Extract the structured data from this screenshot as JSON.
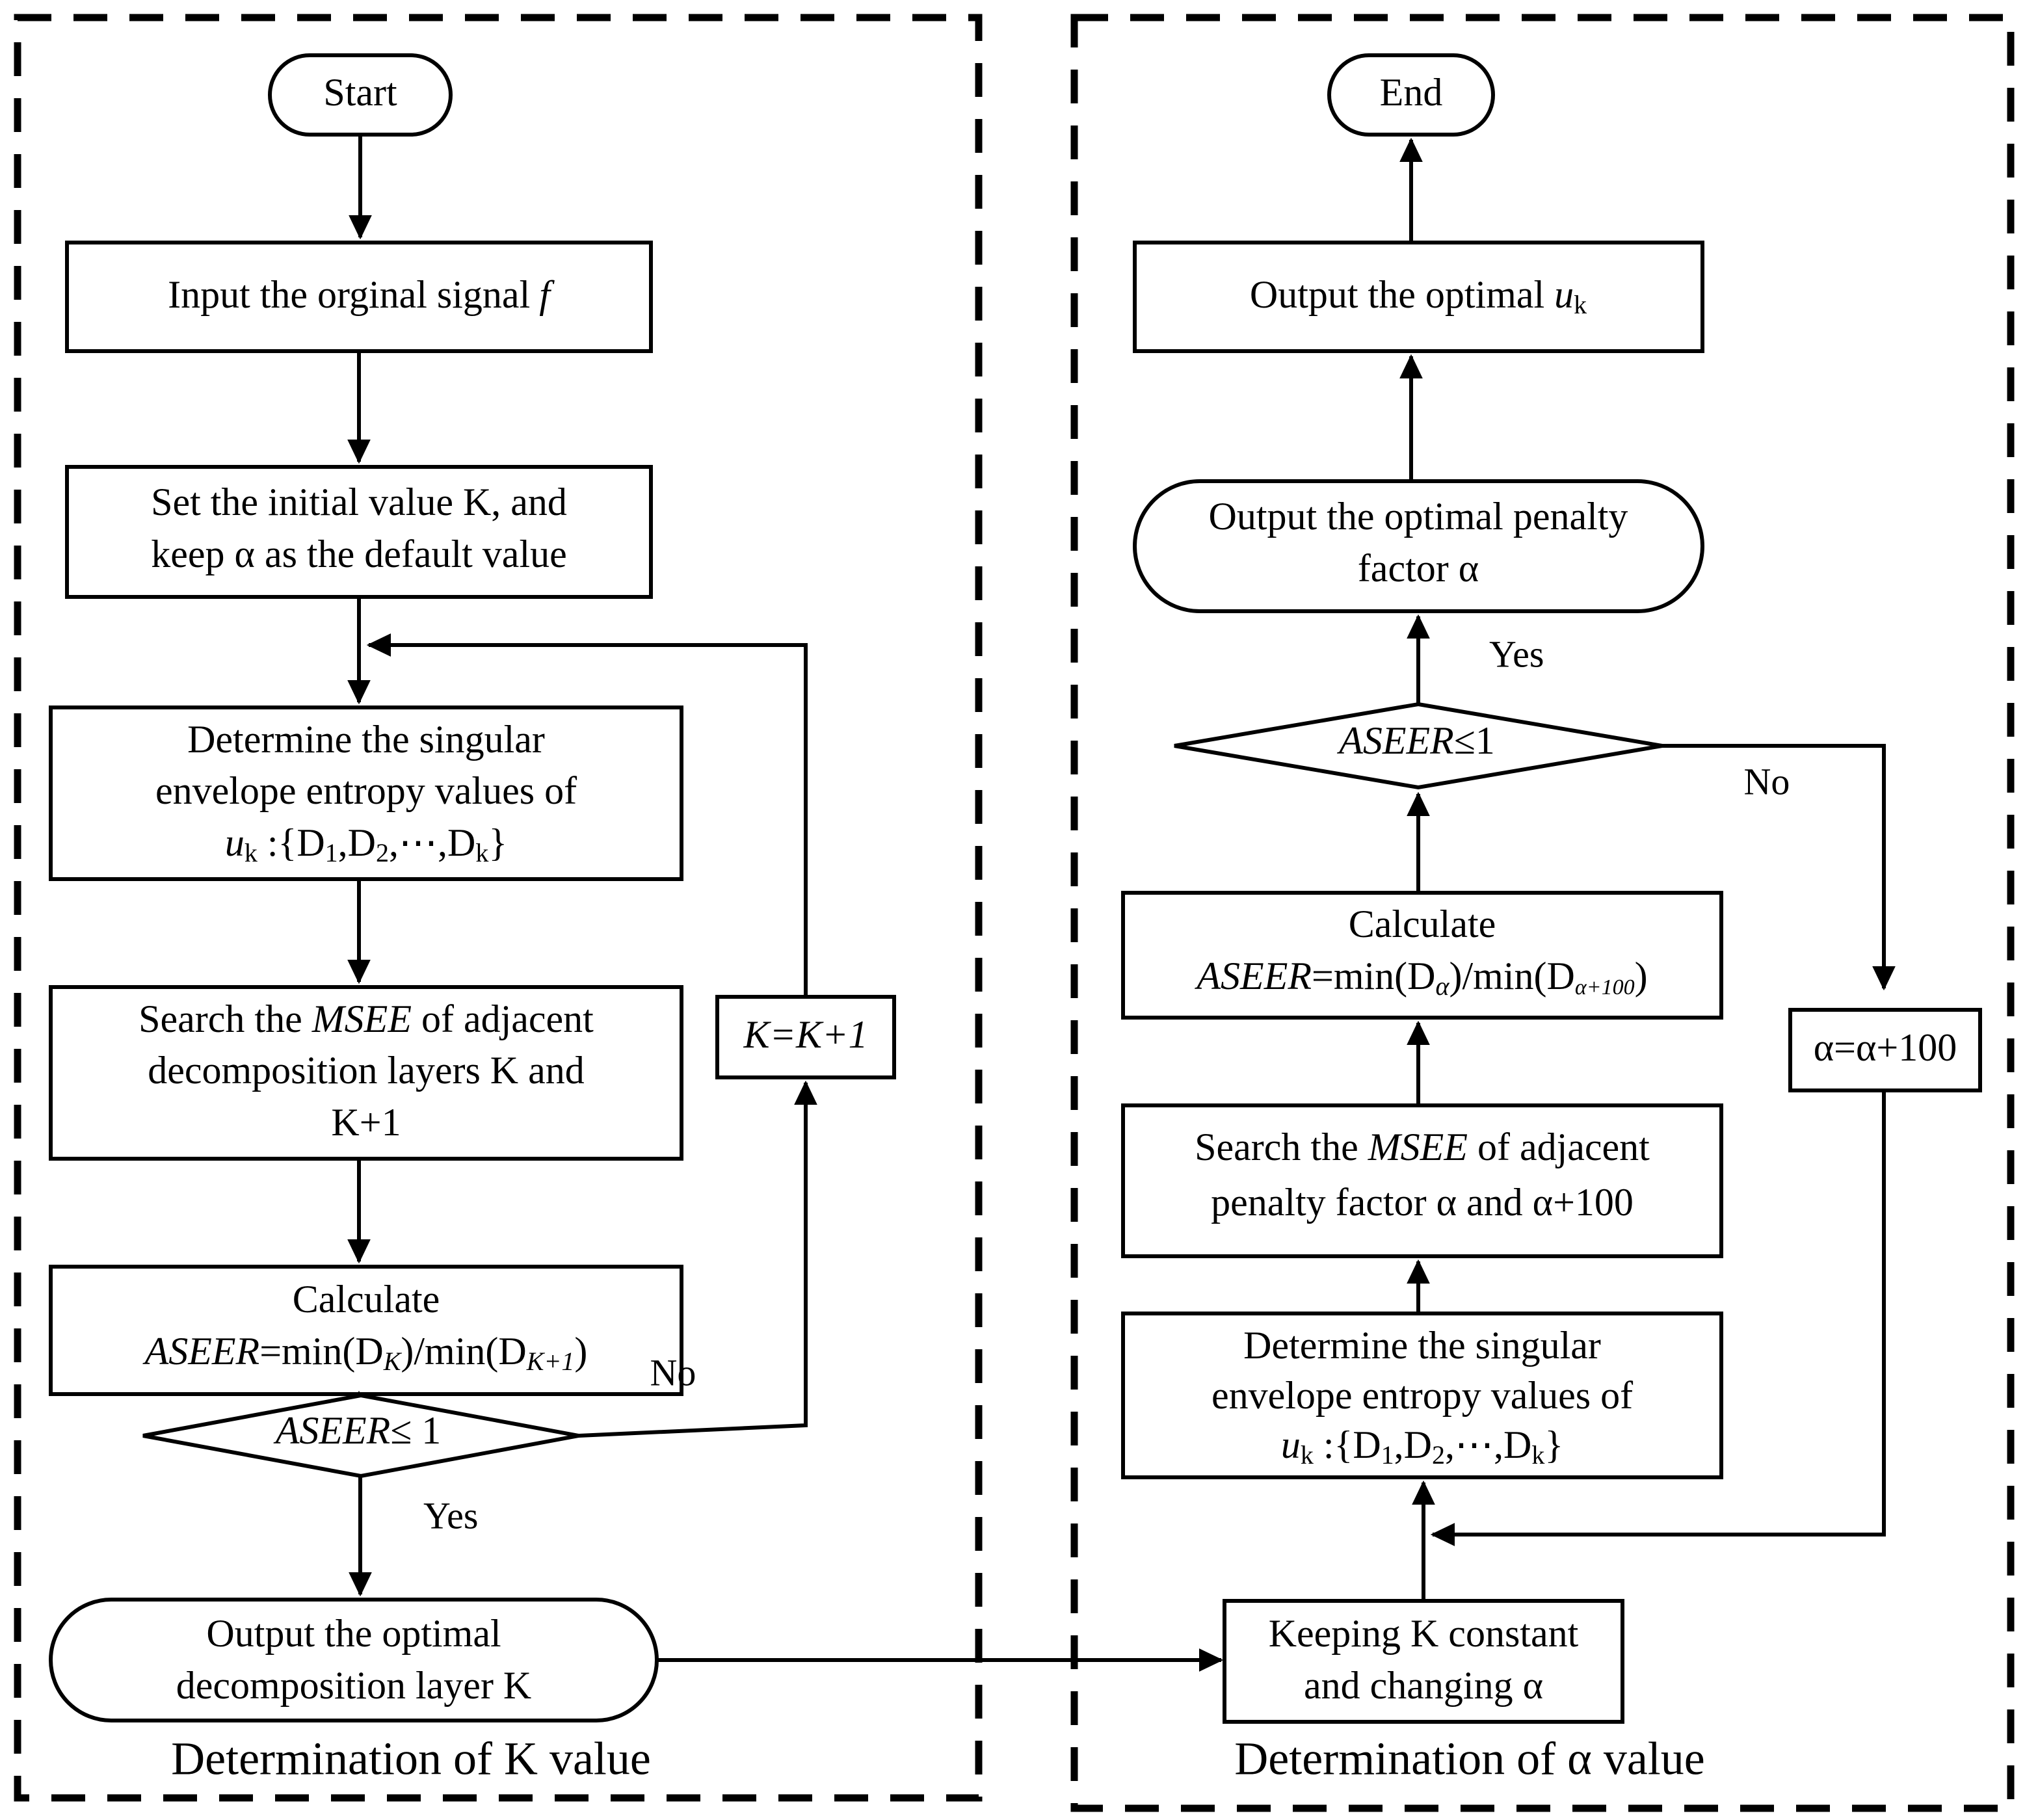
{
  "diagram": {
    "title_hidden": "",
    "panels": [
      {
        "id": "left",
        "caption": "Determination of K value"
      },
      {
        "id": "right",
        "caption": "Determination of α value"
      }
    ]
  },
  "left_panel": {
    "caption": "Determination of K value",
    "nodes": {
      "start": {
        "label": "Start",
        "shape": "terminator"
      },
      "input_signal": {
        "line1": "Input the orginal signal",
        "var": "f",
        "shape": "process"
      },
      "set_initial": {
        "line1": "Set the initial value K, and",
        "line2": "keep α as the default value",
        "shape": "process"
      },
      "determine_entropy": {
        "line1": "Determine the singular",
        "line2": "envelope entropy values of",
        "line3": "u",
        "line3_sub": "k",
        "line3_rest": " :{D",
        "line3_d1": "1",
        "line3_c1": ",D",
        "line3_d2": "2",
        "line3_c2": ",⋯,D",
        "line3_d3": "k",
        "line3_c3": "}",
        "shape": "process"
      },
      "search_msee": {
        "line1a": "Search the ",
        "line1b": "MSEE",
        "line1c": " of  adjacent",
        "line2": "decomposition layers K and",
        "line3": "K+1",
        "shape": "process"
      },
      "calculate": {
        "line1": "Calculate",
        "line2a": "ASEER",
        "line2b": "=min(D",
        "line2_sub1": "K",
        "line2c": ")/min(D",
        "line2_sub2": "K+1",
        "line2d": ")",
        "shape": "process"
      },
      "decision": {
        "label_a": "ASEER",
        "label_b": "≤ 1",
        "shape": "decision"
      },
      "increment_k": {
        "label": "K=K+1",
        "shape": "process"
      },
      "output_k": {
        "line1": "Output the optimal",
        "line2": "decomposition layer K",
        "shape": "terminator"
      }
    },
    "edge_labels": {
      "no": "No",
      "yes": "Yes"
    }
  },
  "right_panel": {
    "caption": "Determination of α value",
    "nodes": {
      "end": {
        "label": "End",
        "shape": "terminator"
      },
      "output_uk": {
        "line1": "Output  the optimal ",
        "var": "u",
        "var_sub": "k",
        "shape": "process"
      },
      "output_alpha": {
        "line1": "Output the optimal penalty",
        "line2": "factor α",
        "shape": "terminator"
      },
      "decision": {
        "label_a": "ASEER",
        "label_b": "≤1",
        "shape": "decision"
      },
      "calculate": {
        "line1": "Calculate",
        "line2a": "ASEER",
        "line2b": "=min(D",
        "line2_sub1": "α",
        "line2c": ")/min(D",
        "line2_sub2": "α+100",
        "line2d": ")",
        "shape": "process"
      },
      "search_msee": {
        "line1a": "Search the ",
        "line1b": "MSEE",
        "line1c": " of  adjacent",
        "line2": "penalty factor α and α+100",
        "shape": "process"
      },
      "determine_entropy": {
        "line1": "Determine the singular",
        "line2": "envelope entropy values of",
        "line3": "u",
        "line3_sub": "k",
        "line3_rest": " :{D",
        "line3_d1": "1",
        "line3_c1": ",D",
        "line3_d2": "2",
        "line3_c2": ",⋯,D",
        "line3_d3": "k",
        "line3_c3": "}",
        "shape": "process"
      },
      "keeping_k": {
        "line1": "Keeping K constant",
        "line2": "and changing α",
        "shape": "process"
      },
      "increment_alpha": {
        "label": "α=α+100",
        "shape": "process"
      }
    },
    "edge_labels": {
      "no": "No",
      "yes": "Yes"
    }
  },
  "colors": {
    "stroke": "#000000",
    "fill": "#ffffff",
    "background": "#ffffff"
  }
}
